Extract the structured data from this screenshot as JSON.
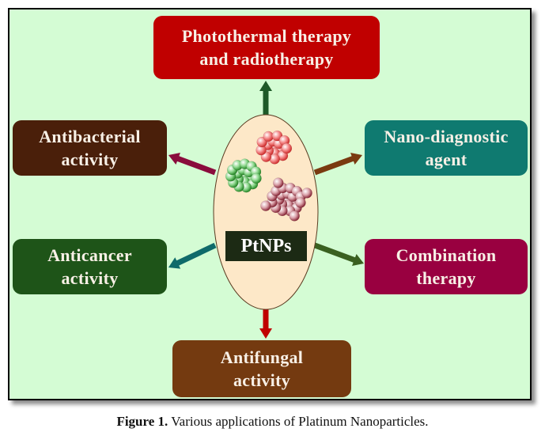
{
  "diagram": {
    "center": {
      "label": "PtNPs",
      "fill_color": "#fde8c8",
      "label_bg_color": "#1c2a14",
      "clusters": [
        {
          "name": "red-cluster",
          "color": "#f06060"
        },
        {
          "name": "green-cluster",
          "color": "#4caf50"
        },
        {
          "name": "maroon-cluster",
          "color": "#b05a66"
        }
      ]
    },
    "nodes": [
      {
        "id": "photothermal",
        "line1": "Photothermal therapy",
        "line2": "and radiotherapy",
        "color": "#c00000",
        "arrow_color": "#1e5a28"
      },
      {
        "id": "antibacterial",
        "line1": "Antibacterial",
        "line2": "activity",
        "color": "#4a1f0a",
        "arrow_color": "#8a0c3c"
      },
      {
        "id": "nano-diagnostic",
        "line1": "Nano-diagnostic",
        "line2": "agent",
        "color": "#0f7a70",
        "arrow_color": "#7a3a10"
      },
      {
        "id": "anticancer",
        "line1": "Anticancer",
        "line2": "activity",
        "color": "#1e5418",
        "arrow_color": "#0f6a6a"
      },
      {
        "id": "combination",
        "line1": "Combination",
        "line2": "therapy",
        "color": "#990040",
        "arrow_color": "#3a6020"
      },
      {
        "id": "antifungal",
        "line1": "Antifungal",
        "line2": "activity",
        "color": "#743a10",
        "arrow_color": "#c00000"
      }
    ],
    "background_color": "#d4fcd4"
  },
  "caption": {
    "label": "Figure 1.",
    "text": " Various applications of Platinum Nanoparticles."
  }
}
